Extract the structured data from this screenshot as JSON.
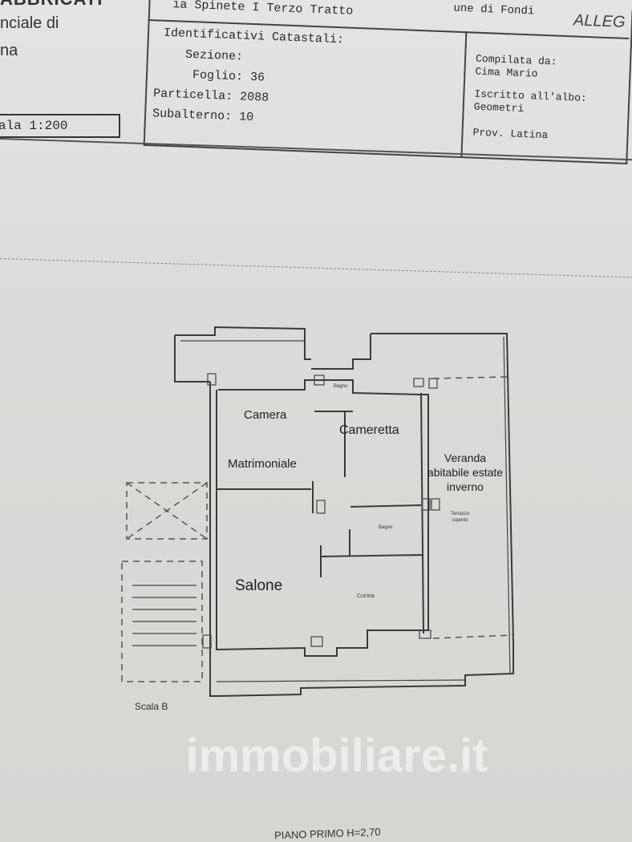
{
  "header": {
    "left_title_partial": "ABBRICATI",
    "left_line2": "nciale di",
    "left_line3": "na",
    "scale": "ala 1:200",
    "comune_partial": "une di Fondi",
    "address": "ia Spinete I Terzo Tratto",
    "handwritten": "ALLEG"
  },
  "cadastral": {
    "title": "Identificativi Catastali:",
    "sezione_label": "Sezione:",
    "sezione_value": "",
    "foglio_label": "Foglio:",
    "foglio_value": "36",
    "particella_label": "Particella:",
    "particella_value": "2088",
    "subalterno_label": "Subalterno:",
    "subalterno_value": "10"
  },
  "compiler": {
    "compilata_label": "Compilata da:",
    "compilata_value": "Cima Mario",
    "albo_label": "Iscritto all'albo:",
    "albo_value": "Geometri",
    "prov": "Prov. Latina"
  },
  "plan": {
    "rooms": {
      "camera": "Camera",
      "matrimoniale": "Matrimoniale",
      "cameretta": "Cameretta",
      "veranda1": "Veranda",
      "veranda2": "abitabile estate",
      "veranda3": "inverno",
      "salone": "Salone",
      "bagno1": "Bagno",
      "bagno2": "Bagno",
      "cucina": "Cucina",
      "terrazzo1": "Terrazzo",
      "terrazzo2": "coperto"
    },
    "stair_label": "Scala B",
    "floor_label": "PIANO PRIMO H=2,70"
  },
  "watermark": "immobiliare.it"
}
